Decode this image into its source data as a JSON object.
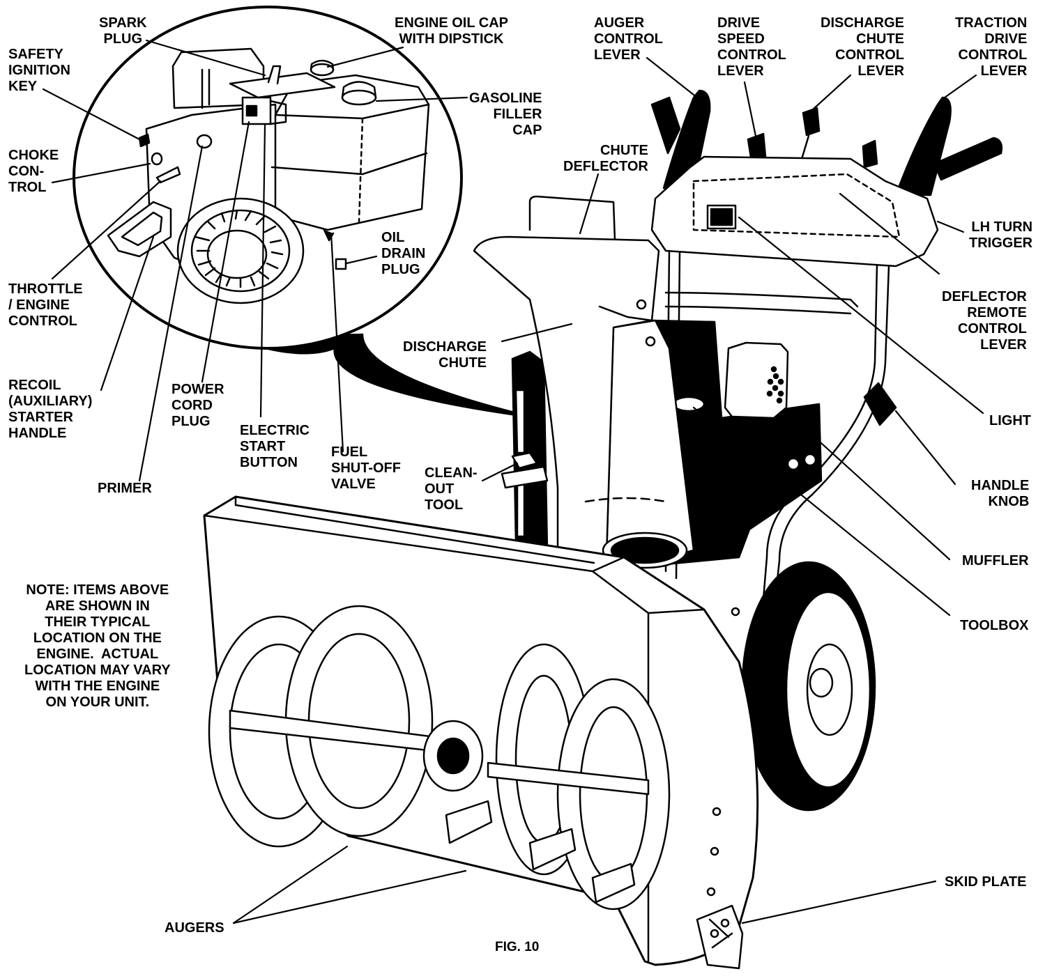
{
  "labels": {
    "safety_ignition_key": "SAFETY\nIGNITION\nKEY",
    "spark_plug": "SPARK\nPLUG",
    "engine_oil_cap": "ENGINE OIL CAP\nWITH DIPSTICK",
    "gasoline_filler_cap": "GASOLINE\nFILLER\nCAP",
    "choke_control": "CHOKE\nCON-\nTROL",
    "throttle_engine_control": "THROTTLE\n/ ENGINE\nCONTROL",
    "recoil_starter_handle": "RECOIL\n(AUXILIARY)\nSTARTER\nHANDLE",
    "power_cord_plug": "POWER\nCORD\nPLUG",
    "electric_start_button": "ELECTRIC\nSTART\nBUTTON",
    "fuel_shutoff_valve": "FUEL\nSHUT-OFF\nVALVE",
    "oil_drain_plug": "OIL\nDRAIN\nPLUG",
    "primer": "PRIMER",
    "auger_control_lever": "AUGER\nCONTROL\nLEVER",
    "drive_speed_control_lever": "DRIVE\nSPEED\nCONTROL\nLEVER",
    "discharge_chute_control_lever": "DISCHARGE\nCHUTE\nCONTROL\nLEVER",
    "traction_drive_control_lever": "TRACTION\nDRIVE\nCONTROL\nLEVER",
    "chute_deflector": "CHUTE\nDEFLECTOR",
    "lh_turn_trigger": "LH TURN\nTRIGGER",
    "deflector_remote_control_lever": "DEFLECTOR\nREMOTE\nCONTROL\nLEVER",
    "discharge_chute": "DISCHARGE\nCHUTE",
    "light": "LIGHT",
    "clean_out_tool": "CLEAN-\nOUT\nTOOL",
    "handle_knob": "HANDLE\nKNOB",
    "muffler": "MUFFLER",
    "toolbox": "TOOLBOX",
    "skid_plate": "SKID PLATE",
    "augers": "AUGERS"
  },
  "note": "NOTE: ITEMS ABOVE\nARE SHOWN IN\nTHEIR TYPICAL\nLOCATION ON THE\nENGINE.  ACTUAL\nLOCATION MAY VARY\nWITH THE ENGINE\nON YOUR UNIT.",
  "figure_caption": "FIG. 10"
}
